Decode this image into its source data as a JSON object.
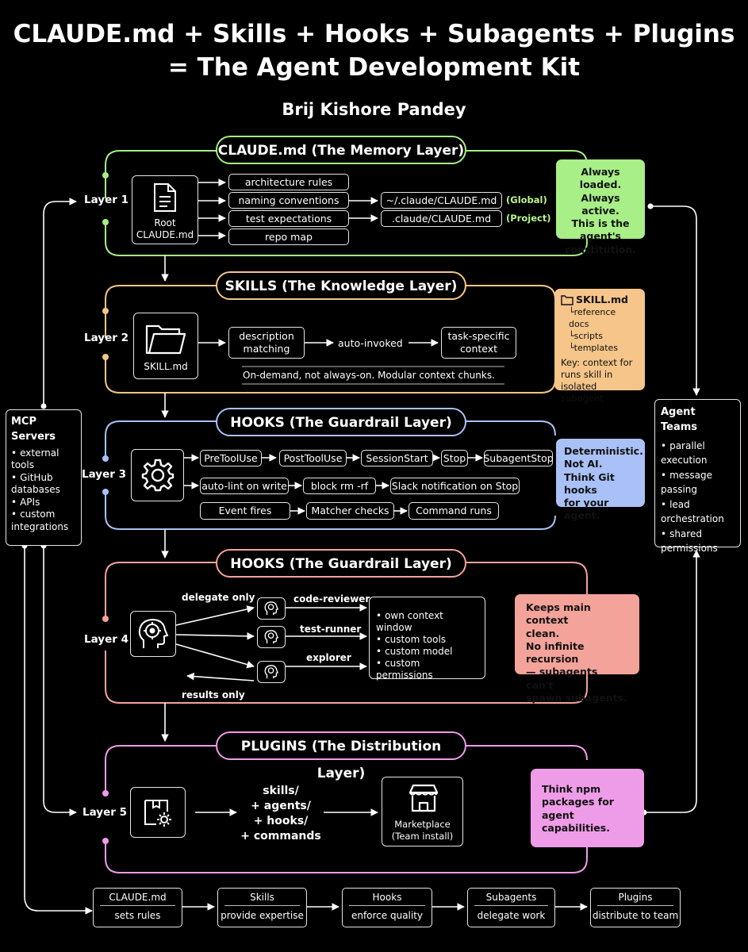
{
  "title_line1": "CLAUDE.md + Skills + Hooks + Subagents + Plugins",
  "title_line2": "= The Agent Development Kit",
  "author": "Brij Kishore Pandey",
  "colors": {
    "layer1": "#a7ef86",
    "layer2": "#f5c589",
    "layer3": "#a9c1f7",
    "layer4": "#f4a39a",
    "layer5": "#ee9ce8"
  },
  "layer1": {
    "label": "Layer 1",
    "header": "CLAUDE.md (The Memory Layer)",
    "icon_label": "Root\nCLAUDE.md",
    "items": [
      "architecture rules",
      "naming conventions",
      "test expectations",
      "repo map"
    ],
    "global_path": "~/.claude/CLAUDE.md",
    "global_tag": "(Global)",
    "project_path": ".claude/CLAUDE.md",
    "project_tag": "(Project)",
    "note": "Always loaded.\nAlways active.\nThis is the\nagent's\nconstitution."
  },
  "layer2": {
    "label": "Layer 2",
    "header": "SKILLS (The Knowledge Layer)",
    "icon_label": "SKILL.md",
    "step1": "description\nmatching",
    "step2": "auto-invoked",
    "step3": "task-specific\ncontext",
    "caption": "On-demand, not always-on. Modular context chunks.",
    "note_title": "SKILL.md",
    "note_items": [
      "reference docs",
      "scripts",
      "templates"
    ],
    "note_key": "Key: context for\nruns skill in\nisolated subagent"
  },
  "layer3": {
    "label": "Layer 3",
    "header": "HOOKS (The Guardrail Layer)",
    "events": [
      "PreToolUse",
      "PostToolUse",
      "SessionStart",
      "Stop",
      "SubagentStop"
    ],
    "examples": [
      "auto-lint on write",
      "block rm -rf",
      "Slack notification on Stop"
    ],
    "flow": [
      "Event fires",
      "Matcher checks",
      "Command runs"
    ],
    "note": "Deterministic.\nNot AI.\nThink Git hooks\nfor your agent."
  },
  "layer4": {
    "label": "Layer 4",
    "header": "HOOKS (The Guardrail Layer)",
    "delegate": "delegate only",
    "results": "results only",
    "agents": [
      "code-reviewer",
      "test-runner",
      "explorer"
    ],
    "features": [
      "own context window",
      "custom tools",
      "custom model",
      "custom permissions"
    ],
    "note": "Keeps main context\nclean.\nNo infinite recursion\n— subagents can't\nspawn subagents."
  },
  "layer5": {
    "label": "Layer 5",
    "header": "PLUGINS (The Distribution Layer)",
    "bundle": "skills/\n+ agents/\n+ hooks/\n+ commands",
    "marketplace": "Marketplace\n(Team install)",
    "note": "Think npm\npackages for\nagent capabilities."
  },
  "mcp": {
    "title": "MCP Servers",
    "items": [
      "external\ntools",
      "GitHub\ndatabases",
      "APIs",
      "custom\nintegrations"
    ]
  },
  "agent_teams": {
    "title": "Agent Teams",
    "items": [
      "parallel\nexecution",
      "message\npassing",
      "lead\norchestration",
      "shared\npermissions"
    ]
  },
  "footer": [
    {
      "top": "CLAUDE.md",
      "bottom": "sets rules"
    },
    {
      "top": "Skills",
      "bottom": "provide expertise"
    },
    {
      "top": "Hooks",
      "bottom": "enforce quality"
    },
    {
      "top": "Subagents",
      "bottom": "delegate work"
    },
    {
      "top": "Plugins",
      "bottom": "distribute to team"
    }
  ]
}
